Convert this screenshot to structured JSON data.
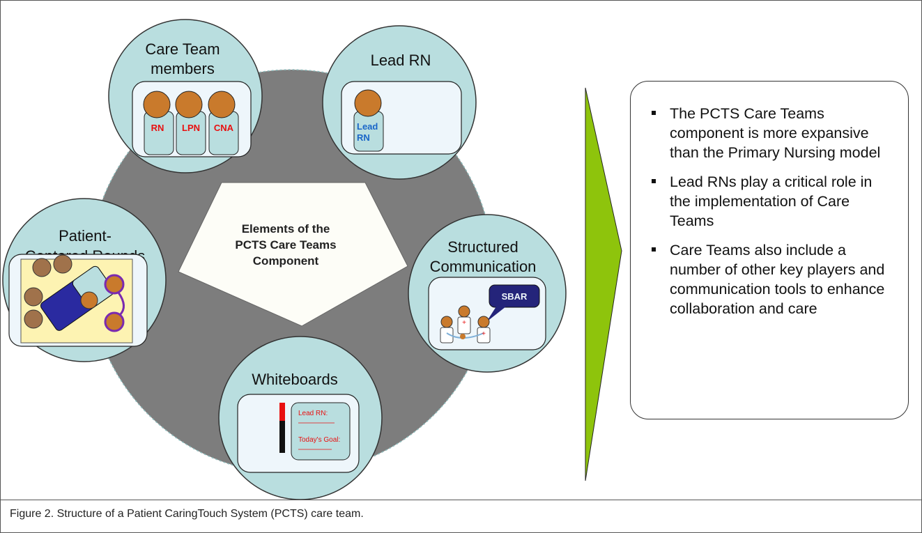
{
  "diagram": {
    "center_label": [
      "Elements of the",
      "PCTS Care Teams",
      "Component"
    ],
    "elements": {
      "care_team": {
        "title": [
          "Care Team",
          "members"
        ],
        "roles": [
          "RN",
          "LPN",
          "CNA"
        ]
      },
      "lead_rn": {
        "title": "Lead RN",
        "badge": [
          "Lead",
          "RN"
        ]
      },
      "structured_communication": {
        "title": [
          "Structured",
          "Communication"
        ],
        "bubble": "SBAR"
      },
      "whiteboards": {
        "title": "Whiteboards",
        "board_lines": [
          "Lead RN:",
          "Today's Goal:"
        ]
      },
      "rounds": {
        "title": [
          "Patient-",
          "Centered Rounds"
        ]
      }
    },
    "bullets": [
      "The PCTS Care Teams component is more expansive than the Primary Nursing model",
      "Lead RNs play a critical role in the implementation of Care Teams",
      "Care Teams also include a number of other key players and communication tools to enhance collaboration and care"
    ]
  },
  "caption": "Figure 2. Structure of a Patient CaringTouch System (PCTS) care team.",
  "colors": {
    "circle_fill": "#b9dedf",
    "big_circle": "#7d7d7d",
    "head": "#c97a2c",
    "arrow": "#8ec40c",
    "role_text": "#e81010",
    "lead_text": "#1a66c8",
    "sbar_box": "#24247a",
    "bed": "#2a2aa0",
    "purple": "#7a2ab0"
  }
}
